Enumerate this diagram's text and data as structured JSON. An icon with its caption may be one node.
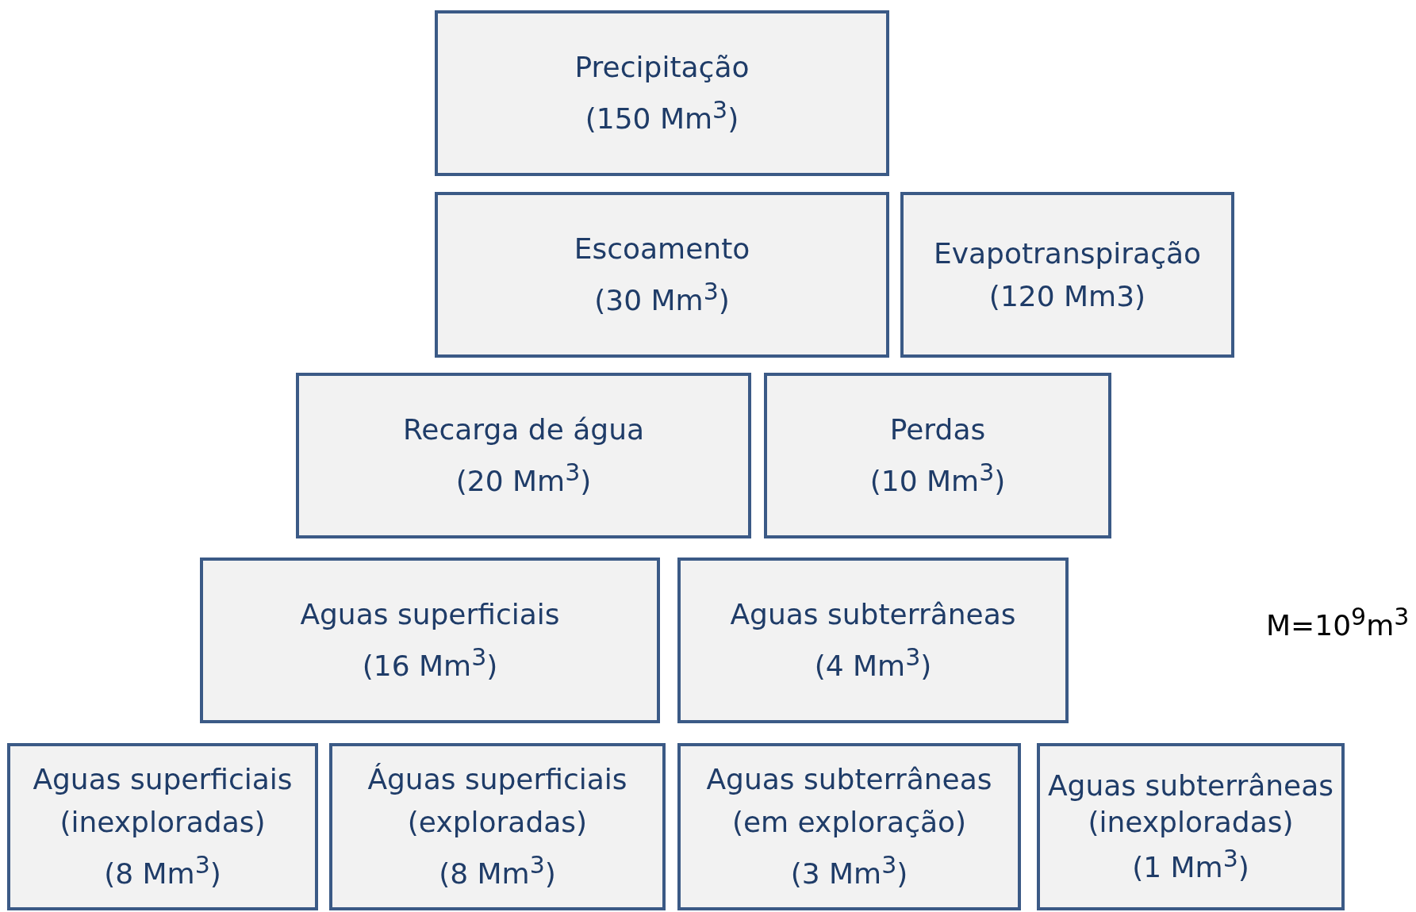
{
  "diagram": {
    "nodes": [
      {
        "text": [
          "Precipitação",
          "(150 Mm$^{3}$)"
        ]
      },
      {
        "text": [
          "Escoamento",
          "(30 Mm$^{3}$)"
        ]
      },
      {
        "text": [
          "Evapotranspiração",
          "(120 Mm3)"
        ]
      },
      {
        "text": [
          "Recarga de água",
          "(20 Mm$^{3}$)"
        ]
      },
      {
        "text": [
          "Perdas",
          "(10 Mm$^{3}$)"
        ]
      },
      {
        "text": [
          "Aguas superficiais",
          "(16 Mm$^{3}$)"
        ]
      },
      {
        "text": [
          "Aguas subterrâneas",
          "(4 Mm$^{3}$)"
        ]
      },
      {
        "text": [
          "Aguas superficiais (inexploradas)",
          "(8 Mm$^{3}$)"
        ]
      },
      {
        "text": [
          "Águas superficiais (exploradas)",
          "(8 Mm$^{3}$)"
        ]
      },
      {
        "text": [
          "Aguas subterrâneas (em exploração)",
          "(3 Mm$^{3}$)"
        ]
      },
      {
        "text": [
          "Aguas subterrâneas (inexploradas)",
          "(1 Mm$^{3}$)"
        ]
      }
    ],
    "edges": [],
    "labels": [
      "M=10$^{9}$m$^{3}$"
    ]
  }
}
